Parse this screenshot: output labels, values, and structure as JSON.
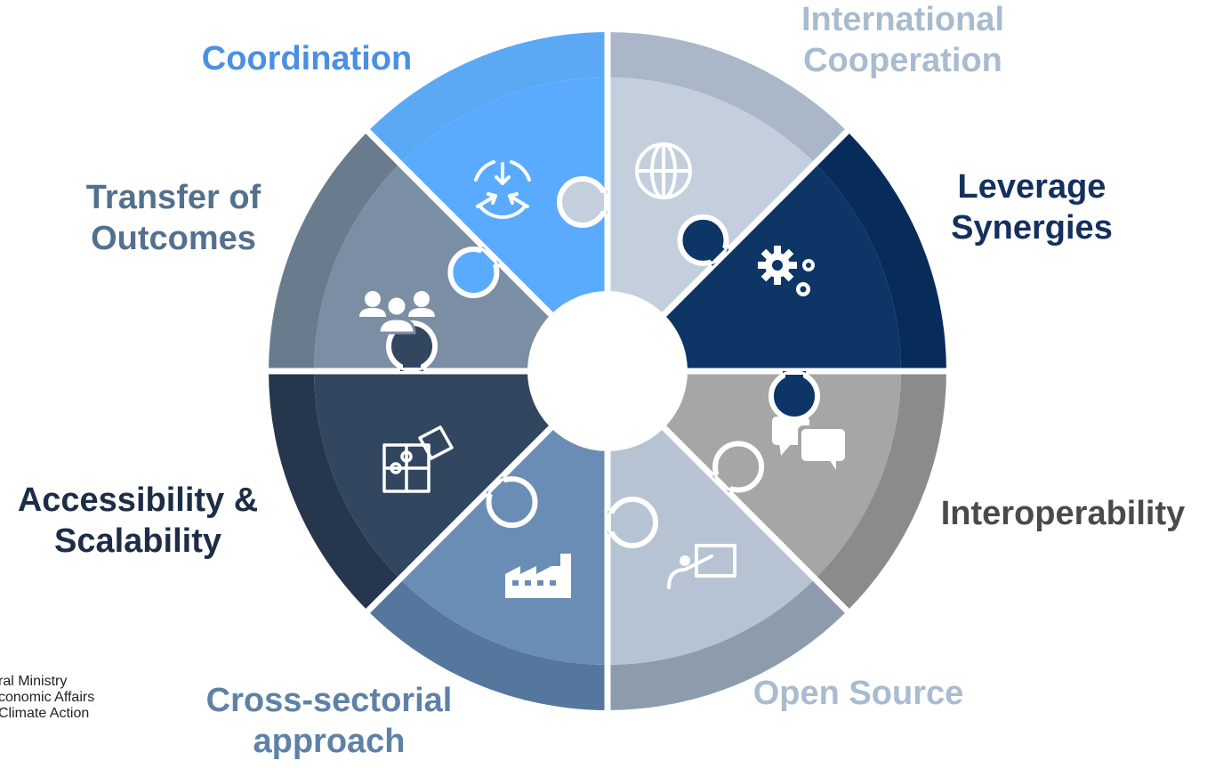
{
  "segments": [
    {
      "id": "coordination",
      "lines": [
        "Coordination"
      ],
      "color": "#4a90e2",
      "outer": "#5ba9f5",
      "inner": "#5aabff",
      "icon": "coordination-icon"
    },
    {
      "id": "international-cooperation",
      "lines": [
        "International",
        "Cooperation"
      ],
      "color": "#a9bbcf",
      "outer": "#a9b7c8",
      "inner": "#c3cfdd",
      "icon": "globe-icon"
    },
    {
      "id": "leverage-synergies",
      "lines": [
        "Leverage",
        "Synergies"
      ],
      "color": "#14305e",
      "outer": "#082c5a",
      "inner": "#0d3566",
      "icon": "gears-icon"
    },
    {
      "id": "interoperability",
      "lines": [
        "Interoperability"
      ],
      "color": "#4a4a4a",
      "outer": "#8b8b8b",
      "inner": "#a6a6a6",
      "icon": "chat-bubbles-icon"
    },
    {
      "id": "open-source",
      "lines": [
        "Open Source"
      ],
      "color": "#a9bbcf",
      "outer": "#8d9cad",
      "inner": "#b6c3d3",
      "icon": "presentation-icon"
    },
    {
      "id": "cross-sectorial",
      "lines": [
        "Cross-sectorial",
        "approach"
      ],
      "color": "#5f81a6",
      "outer": "#55779d",
      "inner": "#6a8db5",
      "icon": "factory-icon"
    },
    {
      "id": "accessibility",
      "lines": [
        "Accessibility &",
        "Scalability"
      ],
      "color": "#1d2d47",
      "outer": "#25364d",
      "inner": "#33465f",
      "icon": "puzzle-icon"
    },
    {
      "id": "transfer",
      "lines": [
        "Transfer of",
        "Outcomes"
      ],
      "color": "#54708f",
      "outer": "#6a7b8e",
      "inner": "#7c8ea4",
      "icon": "people-icon"
    }
  ],
  "logo": {
    "lines": [
      "ral Ministry",
      "conomic Affairs",
      "Climate Action"
    ]
  }
}
